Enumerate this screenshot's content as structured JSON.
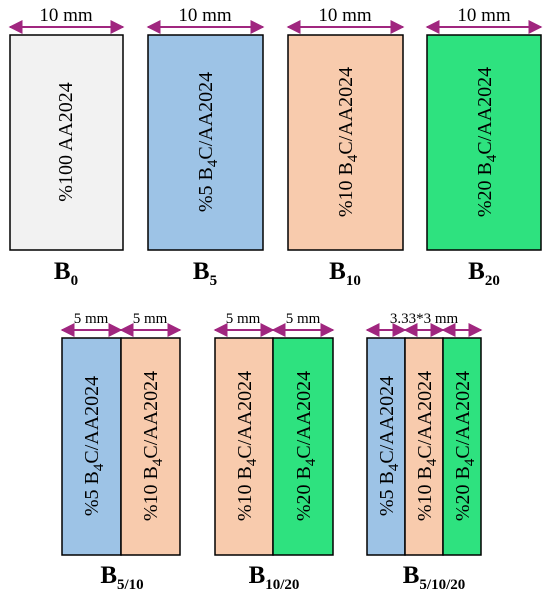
{
  "colors": {
    "aa2024": "#f2f2f2",
    "b4c_5": "#9dc3e6",
    "b4c_10": "#f8cbad",
    "b4c_20": "#2ee27f",
    "arrow": "#a0267f",
    "border": "#000000"
  },
  "top_row": [
    {
      "dimension": "10 mm",
      "label_main": "%100 AA2024",
      "label_sub": "",
      "label_rest": "",
      "name": "B",
      "name_sub": "0"
    },
    {
      "dimension": "10 mm",
      "label_main": "%5 B",
      "label_sub": "4",
      "label_rest": "C/AA2024",
      "name": "B",
      "name_sub": "5"
    },
    {
      "dimension": "10 mm",
      "label_main": "%10 B",
      "label_sub": "4",
      "label_rest": "C/AA2024",
      "name": "B",
      "name_sub": "10"
    },
    {
      "dimension": "10 mm",
      "label_main": "%20 B",
      "label_sub": "4",
      "label_rest": "C/AA2024",
      "name": "B",
      "name_sub": "20"
    }
  ],
  "bottom_row": [
    {
      "dimensions": [
        "5 mm",
        "5 mm"
      ],
      "strips": [
        {
          "label_main": "%5 B",
          "label_sub": "4",
          "label_rest": "C/AA2024"
        },
        {
          "label_main": "%10 B",
          "label_sub": "4",
          "label_rest": "C/AA2024"
        }
      ],
      "name": "B",
      "name_sub": "5/10"
    },
    {
      "dimensions": [
        "5 mm",
        "5 mm"
      ],
      "strips": [
        {
          "label_main": "%10 B",
          "label_sub": "4",
          "label_rest": "C/AA2024"
        },
        {
          "label_main": "%20 B",
          "label_sub": "4",
          "label_rest": "C/AA2024"
        }
      ],
      "name": "B",
      "name_sub": "10/20"
    },
    {
      "dimensions": [
        "3.33*3 mm"
      ],
      "strips": [
        {
          "label_main": "%5 B",
          "label_sub": "4",
          "label_rest": "C/AA2024"
        },
        {
          "label_main": "%10 B",
          "label_sub": "4",
          "label_rest": "C/AA2024"
        },
        {
          "label_main": "%20 B",
          "label_sub": "4",
          "label_rest": "C/AA2024"
        }
      ],
      "name": "B",
      "name_sub": "5/10/20"
    }
  ]
}
